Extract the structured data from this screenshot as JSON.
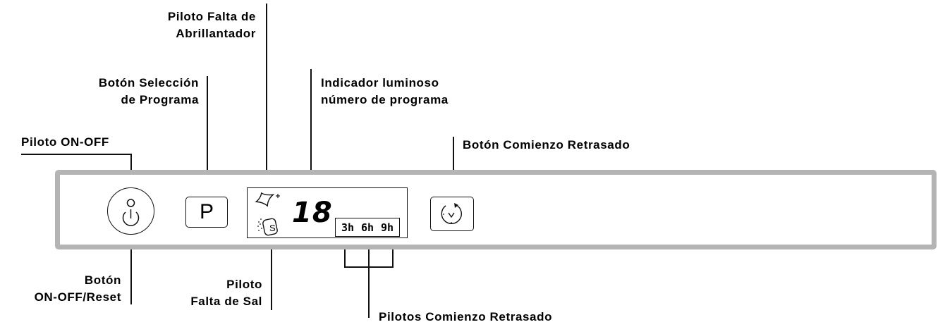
{
  "labels": {
    "rinse_aid_l1": "Piloto Falta de",
    "rinse_aid_l2": "Abrillantador",
    "prog_select_l1": "Botón Selección",
    "prog_select_l2": "de Programa",
    "prog_indicator_l1": "Indicador luminoso",
    "prog_indicator_l2": "número de programa",
    "on_off_pilot": "Piloto ON-OFF",
    "delay_button": "Botón Comienzo Retrasado",
    "onoff_button_l1": "Botón",
    "onoff_button_l2": "ON-OFF/Reset",
    "salt_l1": "Piloto",
    "salt_l2": "Falta de Sal",
    "delay_pilots": "Pilotos Comienzo Retrasado"
  },
  "panel": {
    "program_button_letter": "P",
    "display_digits": "18",
    "salt_symbol": "S",
    "delay_options": [
      "3h",
      "6h",
      "9h"
    ]
  },
  "icons": {
    "power": "power-icon",
    "rinse_aid": "sparkle-icon",
    "salt": "salt-icon",
    "delay": "clock-delay-icon"
  },
  "colors": {
    "panel_border": "#b4b4b4",
    "lines": "#111111"
  }
}
